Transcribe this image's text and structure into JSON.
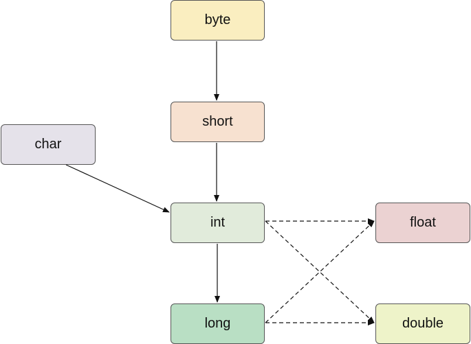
{
  "nodes": {
    "byte": {
      "label": "byte",
      "fill": "#faeec0"
    },
    "short": {
      "label": "short",
      "fill": "#f7e1d0"
    },
    "char": {
      "label": "char",
      "fill": "#e5e2ea"
    },
    "int": {
      "label": "int",
      "fill": "#e1ebdb"
    },
    "float": {
      "label": "float",
      "fill": "#ebd2d2"
    },
    "long": {
      "label": "long",
      "fill": "#b9dfc4"
    },
    "double": {
      "label": "double",
      "fill": "#eef3c9"
    }
  },
  "edges": [
    {
      "from": "byte",
      "to": "short",
      "style": "solid"
    },
    {
      "from": "short",
      "to": "int",
      "style": "solid"
    },
    {
      "from": "char",
      "to": "int",
      "style": "solid"
    },
    {
      "from": "int",
      "to": "long",
      "style": "solid"
    },
    {
      "from": "int",
      "to": "float",
      "style": "dashed"
    },
    {
      "from": "int",
      "to": "double",
      "style": "dashed"
    },
    {
      "from": "long",
      "to": "float",
      "style": "dashed"
    },
    {
      "from": "long",
      "to": "double",
      "style": "dashed"
    }
  ],
  "colors": {
    "border": "#555555",
    "edge": "#111111"
  }
}
